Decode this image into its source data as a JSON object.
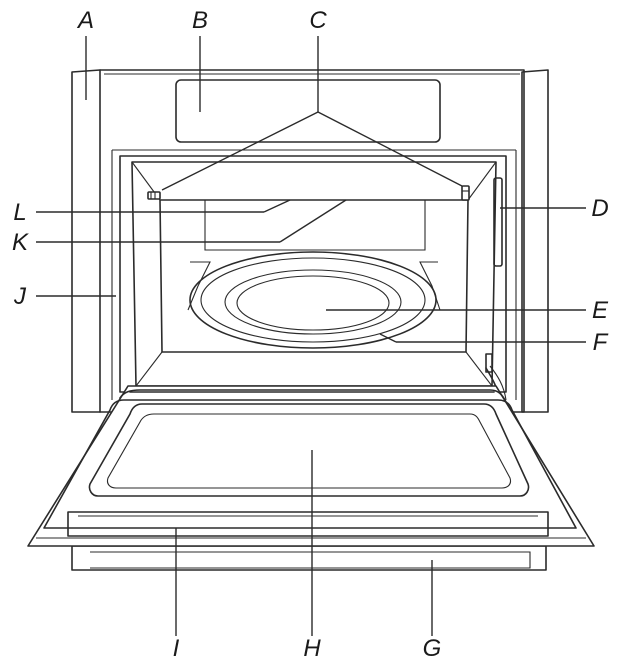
{
  "diagram": {
    "labels": {
      "A": "A",
      "B": "B",
      "C": "C",
      "D": "D",
      "E": "E",
      "F": "F",
      "G": "G",
      "H": "H",
      "I": "I",
      "J": "J",
      "K": "K",
      "L": "L"
    }
  }
}
